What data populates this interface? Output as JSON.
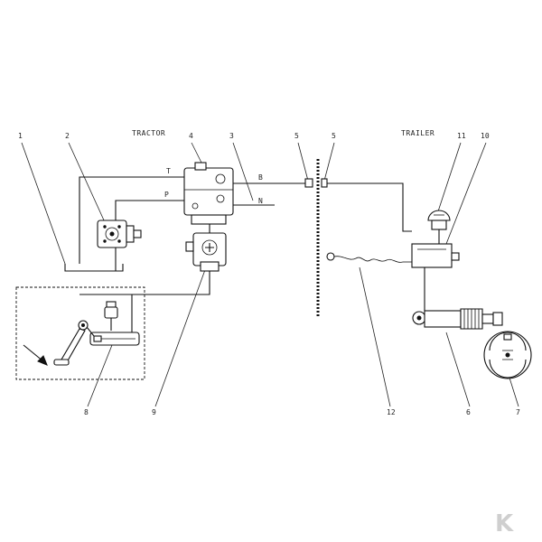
{
  "headers": {
    "tractor": "TRACTOR",
    "trailer": "TRAILER"
  },
  "line_letters": {
    "t": "T",
    "p": "P",
    "b": "B",
    "n": "N"
  },
  "callouts": {
    "c1": "1",
    "c2": "2",
    "c3": "3",
    "c4": "4",
    "c5a": "5",
    "c5b": "5",
    "c6": "6",
    "c7": "7",
    "c8": "8",
    "c9": "9",
    "c10": "10",
    "c11": "11",
    "c12": "12"
  },
  "logo": "K"
}
